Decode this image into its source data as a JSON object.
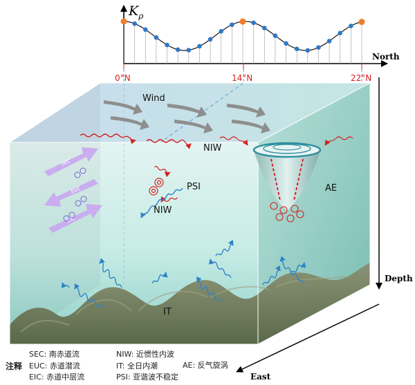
{
  "kp_panel": {
    "y_label_main": "K",
    "y_label_sub": "ρ",
    "x_axis_label": "North",
    "ticks": [
      "0°N",
      "14°N",
      "22°N"
    ]
  },
  "axes": {
    "depth_label": "Depth",
    "east_label": "East"
  },
  "labels": {
    "wind": "Wind",
    "niw_surface": "NIW",
    "psi": "PSI",
    "niw_interior": "NIW",
    "ae": "AE",
    "it": "IT",
    "sec": "SEC",
    "euc": "EUC",
    "eic": "EIC"
  },
  "legend": {
    "title": "注释",
    "items": [
      {
        "key": "SEC",
        "text": "SEC: 南赤道流"
      },
      {
        "key": "EUC",
        "text": "EUC: 赤道潜流"
      },
      {
        "key": "EIC",
        "text": "EIC: 赤道中层流"
      },
      {
        "key": "NIW",
        "text": "NIW: 近惯性内波"
      },
      {
        "key": "IT",
        "text": "IT: 全日内潮"
      },
      {
        "key": "PSI",
        "text": "PSI: 亚谐波不稳定"
      },
      {
        "key": "AE",
        "text": "AE: 反气旋涡"
      }
    ]
  },
  "colors": {
    "top_face": "#cfe2ec",
    "front_face": "#cfeee7",
    "side_face": "#a7d6cf",
    "seafloor": "#6f7856",
    "current_arrow": "#c9a6f0",
    "internal_wave": "#2f83c6",
    "niw_wave": "#d62020",
    "highlight_dot": "#f07d2a",
    "blue_dot": "#2f79c7"
  }
}
